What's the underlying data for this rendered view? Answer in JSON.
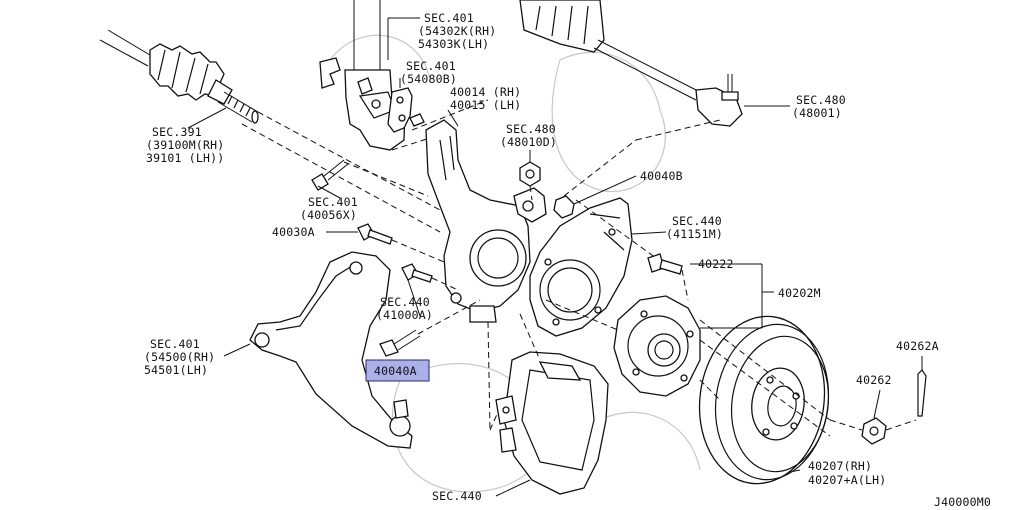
{
  "labels": {
    "sec401_strut": [
      "SEC.401",
      "(54302K(RH)",
      " 54303K(LH)"
    ],
    "sec401_bracket": [
      "SEC.401",
      "(54080B)"
    ],
    "knuckle": [
      "40014 (RH)",
      "40015 (LH)"
    ],
    "sec480_nut": [
      "SEC.480",
      "(48010D)"
    ],
    "sec480_tierod": [
      "SEC.480",
      "(48001)"
    ],
    "sec391": [
      "SEC.391",
      "(39100M(RH)",
      " 39101  (LH))"
    ],
    "sec401_bolt": [
      "SEC.401",
      "(40056X)"
    ],
    "p40030a": "40030A",
    "p40040b": "40040B",
    "sec440_shield": [
      "SEC.440",
      "(41151M)"
    ],
    "p40222": "40222",
    "p40202m": "40202M",
    "sec440_bolt": [
      "SEC.440",
      "(41000A)"
    ],
    "sec401_arm": [
      "SEC.401",
      "(54500(RH)",
      " 54501(LH)"
    ],
    "p40040a": "40040A",
    "p40262a": "40262A",
    "p40262": "40262",
    "rotor": [
      "40207(RH)",
      "40207+A(LH)"
    ],
    "sec440_caliper": "SEC.440",
    "code": "J40000M0"
  },
  "highlight_color": "#aab0e8"
}
